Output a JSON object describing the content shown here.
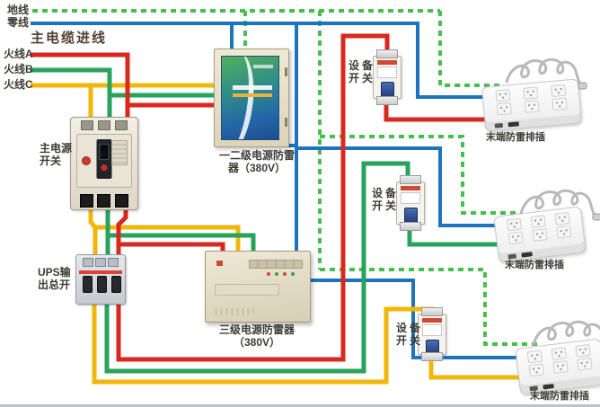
{
  "diagram": {
    "incoming": {
      "ground_label": "地线",
      "neutral_label": "零线",
      "main_cable_label": "主电缆进线",
      "live_a_label": "火线A",
      "live_b_label": "火线B",
      "live_c_label": "火线C"
    },
    "devices": {
      "main_switch": {
        "label_line1": "主电源",
        "label_line2": "开关"
      },
      "ups_switch": {
        "label_line1": "UPS输",
        "label_line2": "出总开"
      },
      "spd_primary": {
        "label_line1": "一二级电源防雷",
        "label_line2": "器（380V）"
      },
      "spd_tertiary": {
        "label_line1": "三级电源防雷器",
        "label_line2": "（380V）"
      },
      "device_switch": {
        "label_line1": "设备",
        "label_line2": "开关"
      },
      "outlet_strip": {
        "label": "末端防雷排插"
      }
    },
    "wire_colors": {
      "ground": "#46bf4c",
      "neutral": "#1c74bf",
      "live_a": "#d9281e",
      "live_b": "#27a35c",
      "live_c": "#f0b70a",
      "cord": "#b9b9b9"
    }
  }
}
